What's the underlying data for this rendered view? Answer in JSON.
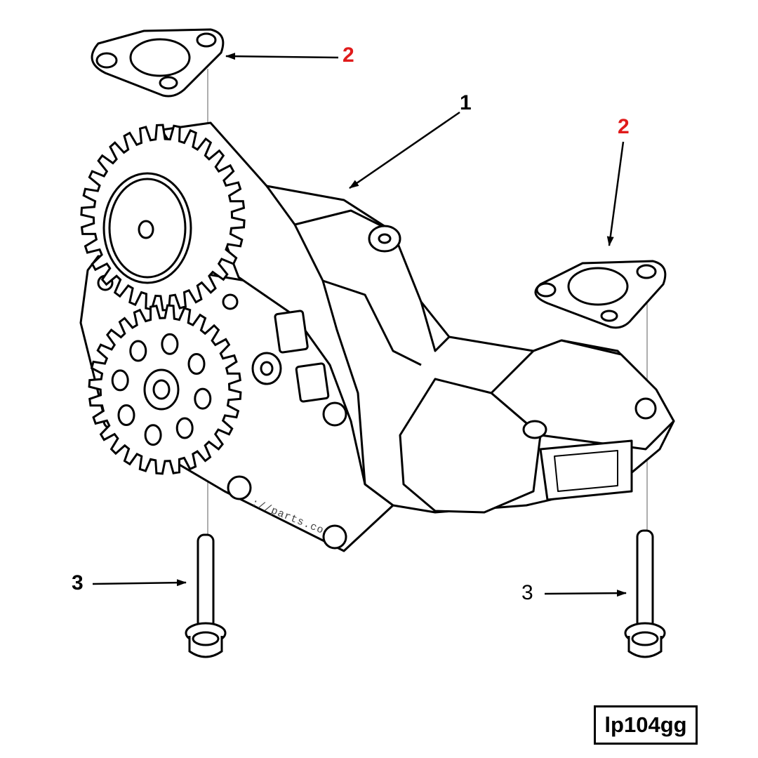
{
  "diagram": {
    "callouts": [
      {
        "id": "gasket-top",
        "label": "2",
        "color": "#e01b1b"
      },
      {
        "id": "pump-body",
        "label": "1",
        "color": "#000000"
      },
      {
        "id": "gasket-right",
        "label": "2",
        "color": "#e01b1b"
      },
      {
        "id": "bolt-left",
        "label": "3",
        "color": "#000000"
      },
      {
        "id": "bolt-right",
        "label": "3",
        "color": "#000000"
      }
    ],
    "reference_code": "lp104gg",
    "watermark": "://parts.co"
  },
  "colors": {
    "line": "#000000",
    "callout_red": "#e01b1b",
    "background": "#ffffff"
  }
}
